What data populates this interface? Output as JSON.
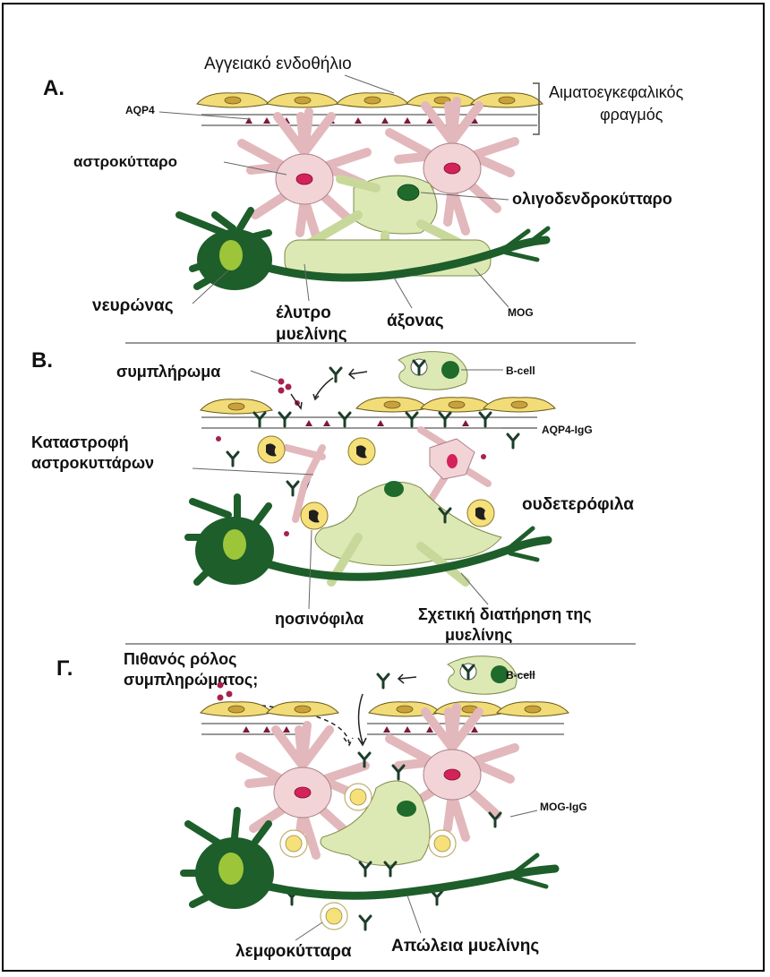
{
  "panels": [
    {
      "letter": "Α."
    },
    {
      "letter": "Β."
    },
    {
      "letter": "Γ."
    }
  ],
  "panel_a": {
    "endothelium": "Αγγειακό ενδοθήλιο",
    "bbb_line1": "Αιματοεγκεφαλικός",
    "bbb_line2": "φραγμός",
    "aqp4": "AQP4",
    "astrocyte": "αστροκύτταρο",
    "oligodendrocyte": "ολιγοδενδροκύτταρο",
    "neuron": "νευρώνας",
    "myelin_line1": "έλυτρο",
    "myelin_line2": "μυελίνης",
    "axon": "άξονας",
    "mog": "MOG"
  },
  "panel_b": {
    "complement": "συμπλήρωμα",
    "bcell": "B-cell",
    "aqp4_igg": "AQP4-IgG",
    "destruction_line1": "Καταστροφή",
    "destruction_line2": "αστροκυττάρων",
    "neutrophils": "ουδετερόφιλα",
    "eosinophils": "ηοσινόφιλα",
    "preservation_line1": "Σχετική διατήρηση της",
    "preservation_line2": "μυελίνης"
  },
  "panel_c": {
    "role_line1": "Πιθανός ρόλος",
    "role_line2": "συμπληρώματος;",
    "bcell": "B-cell",
    "mog_igg": "MOG-IgG",
    "lymphocytes": "λεμφοκύτταρα",
    "myelin_loss": "Απώλεια μυελίνης"
  },
  "colors": {
    "endothelium": "#f2dc78",
    "endothelium_nucleus": "#c9a03a",
    "astrocyte": "#f3d4d6",
    "astrocyte_nucleus": "#d3235a",
    "oligodendrocyte": "#dde9b4",
    "oligo_nucleus": "#1f6b2c",
    "neuron": "#1d5e2a",
    "neuron_nucleus": "#9cc53a",
    "granulocyte": "#f5e07a",
    "complement": "#a8214b",
    "antibody": "#1c3d2a"
  }
}
